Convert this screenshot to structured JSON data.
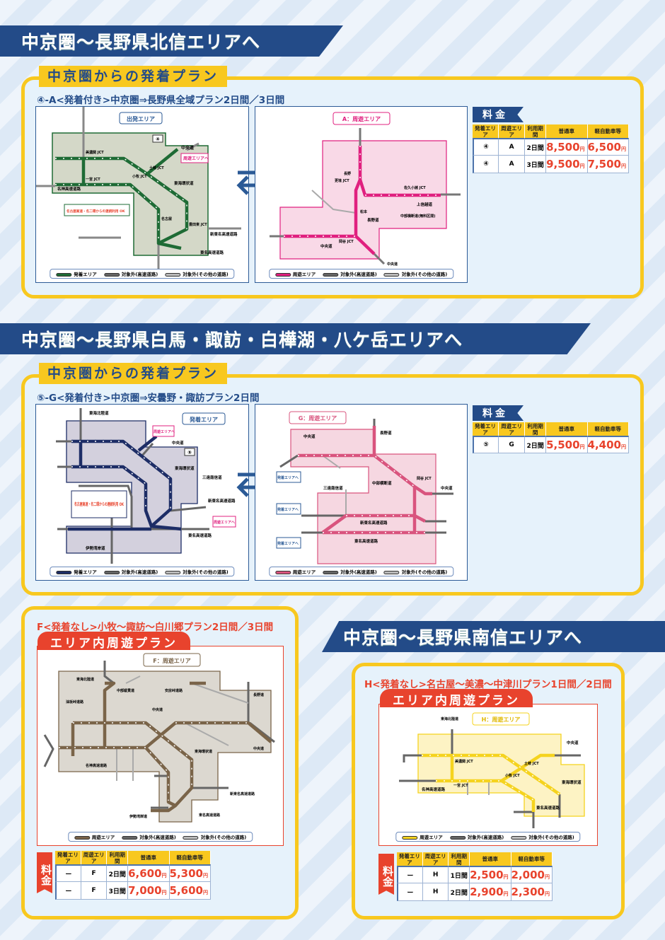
{
  "colors": {
    "navy": "#234b88",
    "yellow": "#f8c81f",
    "red": "#e8432d",
    "green_route": "#1e6b35",
    "magenta_route": "#e0207f",
    "navy_route": "#1d2d66",
    "pink_route": "#d9547e",
    "brown_route": "#7a6449",
    "yellow_route": "#f5d31e"
  },
  "sections": [
    {
      "banner": "中京圏〜長野県北信エリアへ",
      "tab": "中京圏からの発着プラン",
      "subtitle": "④-A<発着付き>中京圏⇒長野県全域プラン2日間／3日間",
      "map_start": {
        "badge": "④",
        "labels": [
          "中央道",
          "周遊エリアへ",
          "東海環状道",
          "名神高速道路",
          "名古屋高速・名二環からの連続利用 OK",
          "東名高速道路",
          "新東名高速道路",
          "小牧 JCT",
          "土岐 JCT",
          "名古屋",
          "豊田東 JCT",
          "一宮 JCT",
          "美濃関 JCT"
        ],
        "legend": [
          "発着エリア",
          "対象外(高速道路)",
          "対象外(その他の道路)"
        ]
      },
      "map_area": {
        "title": "A：周遊エリア",
        "labels": [
          "上信越道",
          "長野道",
          "中央道",
          "中部横断道(無料区間)",
          "更埴 JCT",
          "岡谷 JCT",
          "佐久小諸 JCT",
          "松本",
          "長野",
          "中央道"
        ],
        "legend": [
          "周遊エリア",
          "対象外(高速道路)",
          "対象外(その他の道路)"
        ]
      },
      "fee_title": "料金",
      "fee_headers": [
        "発着エリア",
        "周遊エリア",
        "利用期間",
        "普通車",
        "軽自動車等"
      ],
      "fee_rows": [
        [
          "④",
          "A",
          "2日間",
          "8,500",
          "6,500"
        ],
        [
          "④",
          "A",
          "3日間",
          "9,500",
          "7,500"
        ]
      ]
    },
    {
      "banner": "中京圏〜長野県白馬・諏訪・白樺湖・八ケ岳エリアへ",
      "tab": "中京圏からの発着プラン",
      "subtitle": "⑤-G<発着付き>中京圏⇒安曇野・諏訪プラン2日間",
      "map_start": {
        "title": "発着エリア",
        "badge": "⑤",
        "labels": [
          "東海北陸道",
          "中央道",
          "東海環状道",
          "東名高速道路",
          "新東名高速道路",
          "伊勢湾岸道",
          "三遠南信道",
          "名古屋高速・名二環からの連続利用 OK",
          "周遊エリアへ",
          "周遊エリアへ"
        ],
        "legend": [
          "発着エリア",
          "対象外(高速道路)",
          "対象外(その他の道路)"
        ]
      },
      "map_area": {
        "title": "G：周遊エリア",
        "labels": [
          "長野道",
          "中央道",
          "中部横断道",
          "三遠南信道",
          "新東名高速道路",
          "東名高速道路",
          "発着エリアへ",
          "発着エリアへ",
          "発着エリアへ",
          "岡谷 JCT",
          "中央道"
        ],
        "legend": [
          "周遊エリア",
          "対象外(高速道路)",
          "対象外(その他の道路)"
        ]
      },
      "fee_title": "料金",
      "fee_headers": [
        "発着エリア",
        "周遊エリア",
        "利用期間",
        "普通車",
        "軽自動車等"
      ],
      "fee_rows": [
        [
          "⑤",
          "G",
          "2日間",
          "5,500",
          "4,400"
        ]
      ]
    },
    {
      "subtitle": "F<発着なし>小牧〜諏訪〜白川郷プラン2日間／3日間",
      "tab": "エリア内周遊プラン",
      "map_area": {
        "title": "F：周遊エリア",
        "labels": [
          "東海北陸道",
          "中部縦貫道",
          "安房峠道路",
          "中央道",
          "長野道",
          "東海環状道",
          "名神高速道路",
          "東名高速道路",
          "新東名高速道路",
          "伊勢湾岸道",
          "油坂峠道路",
          "中央道"
        ],
        "legend": [
          "周遊エリア",
          "対象外(高速道路)",
          "対象外(その他の道路)"
        ]
      },
      "fee_title": "料金",
      "fee_headers": [
        "発着エリア",
        "周遊エリア",
        "利用期間",
        "普通車",
        "軽自動車等"
      ],
      "fee_rows": [
        [
          "ー",
          "F",
          "2日間",
          "6,600",
          "5,300"
        ],
        [
          "ー",
          "F",
          "3日間",
          "7,000",
          "5,600"
        ]
      ]
    },
    {
      "banner": "中京圏〜長野県南信エリアへ",
      "subtitle": "H<発着なし>名古屋〜美濃〜中津川プラン1日間／2日間",
      "tab": "エリア内周遊プラン",
      "map_area": {
        "title": "H：周遊エリア",
        "labels": [
          "東海北陸道",
          "中央道",
          "東海環状道",
          "名神高速道路",
          "東名高速道路",
          "小牧 JCT",
          "土岐 JCT",
          "一宮 JCT",
          "美濃関 JCT"
        ],
        "legend": [
          "周遊エリア",
          "対象外(高速道路)",
          "対象外(その他の道路)"
        ]
      },
      "fee_title": "料金",
      "fee_headers": [
        "発着エリア",
        "周遊エリア",
        "利用期間",
        "普通車",
        "軽自動車等"
      ],
      "fee_rows": [
        [
          "ー",
          "H",
          "1日間",
          "2,500",
          "2,000"
        ],
        [
          "ー",
          "H",
          "2日間",
          "2,900",
          "2,300"
        ]
      ]
    }
  ],
  "yen": "円"
}
